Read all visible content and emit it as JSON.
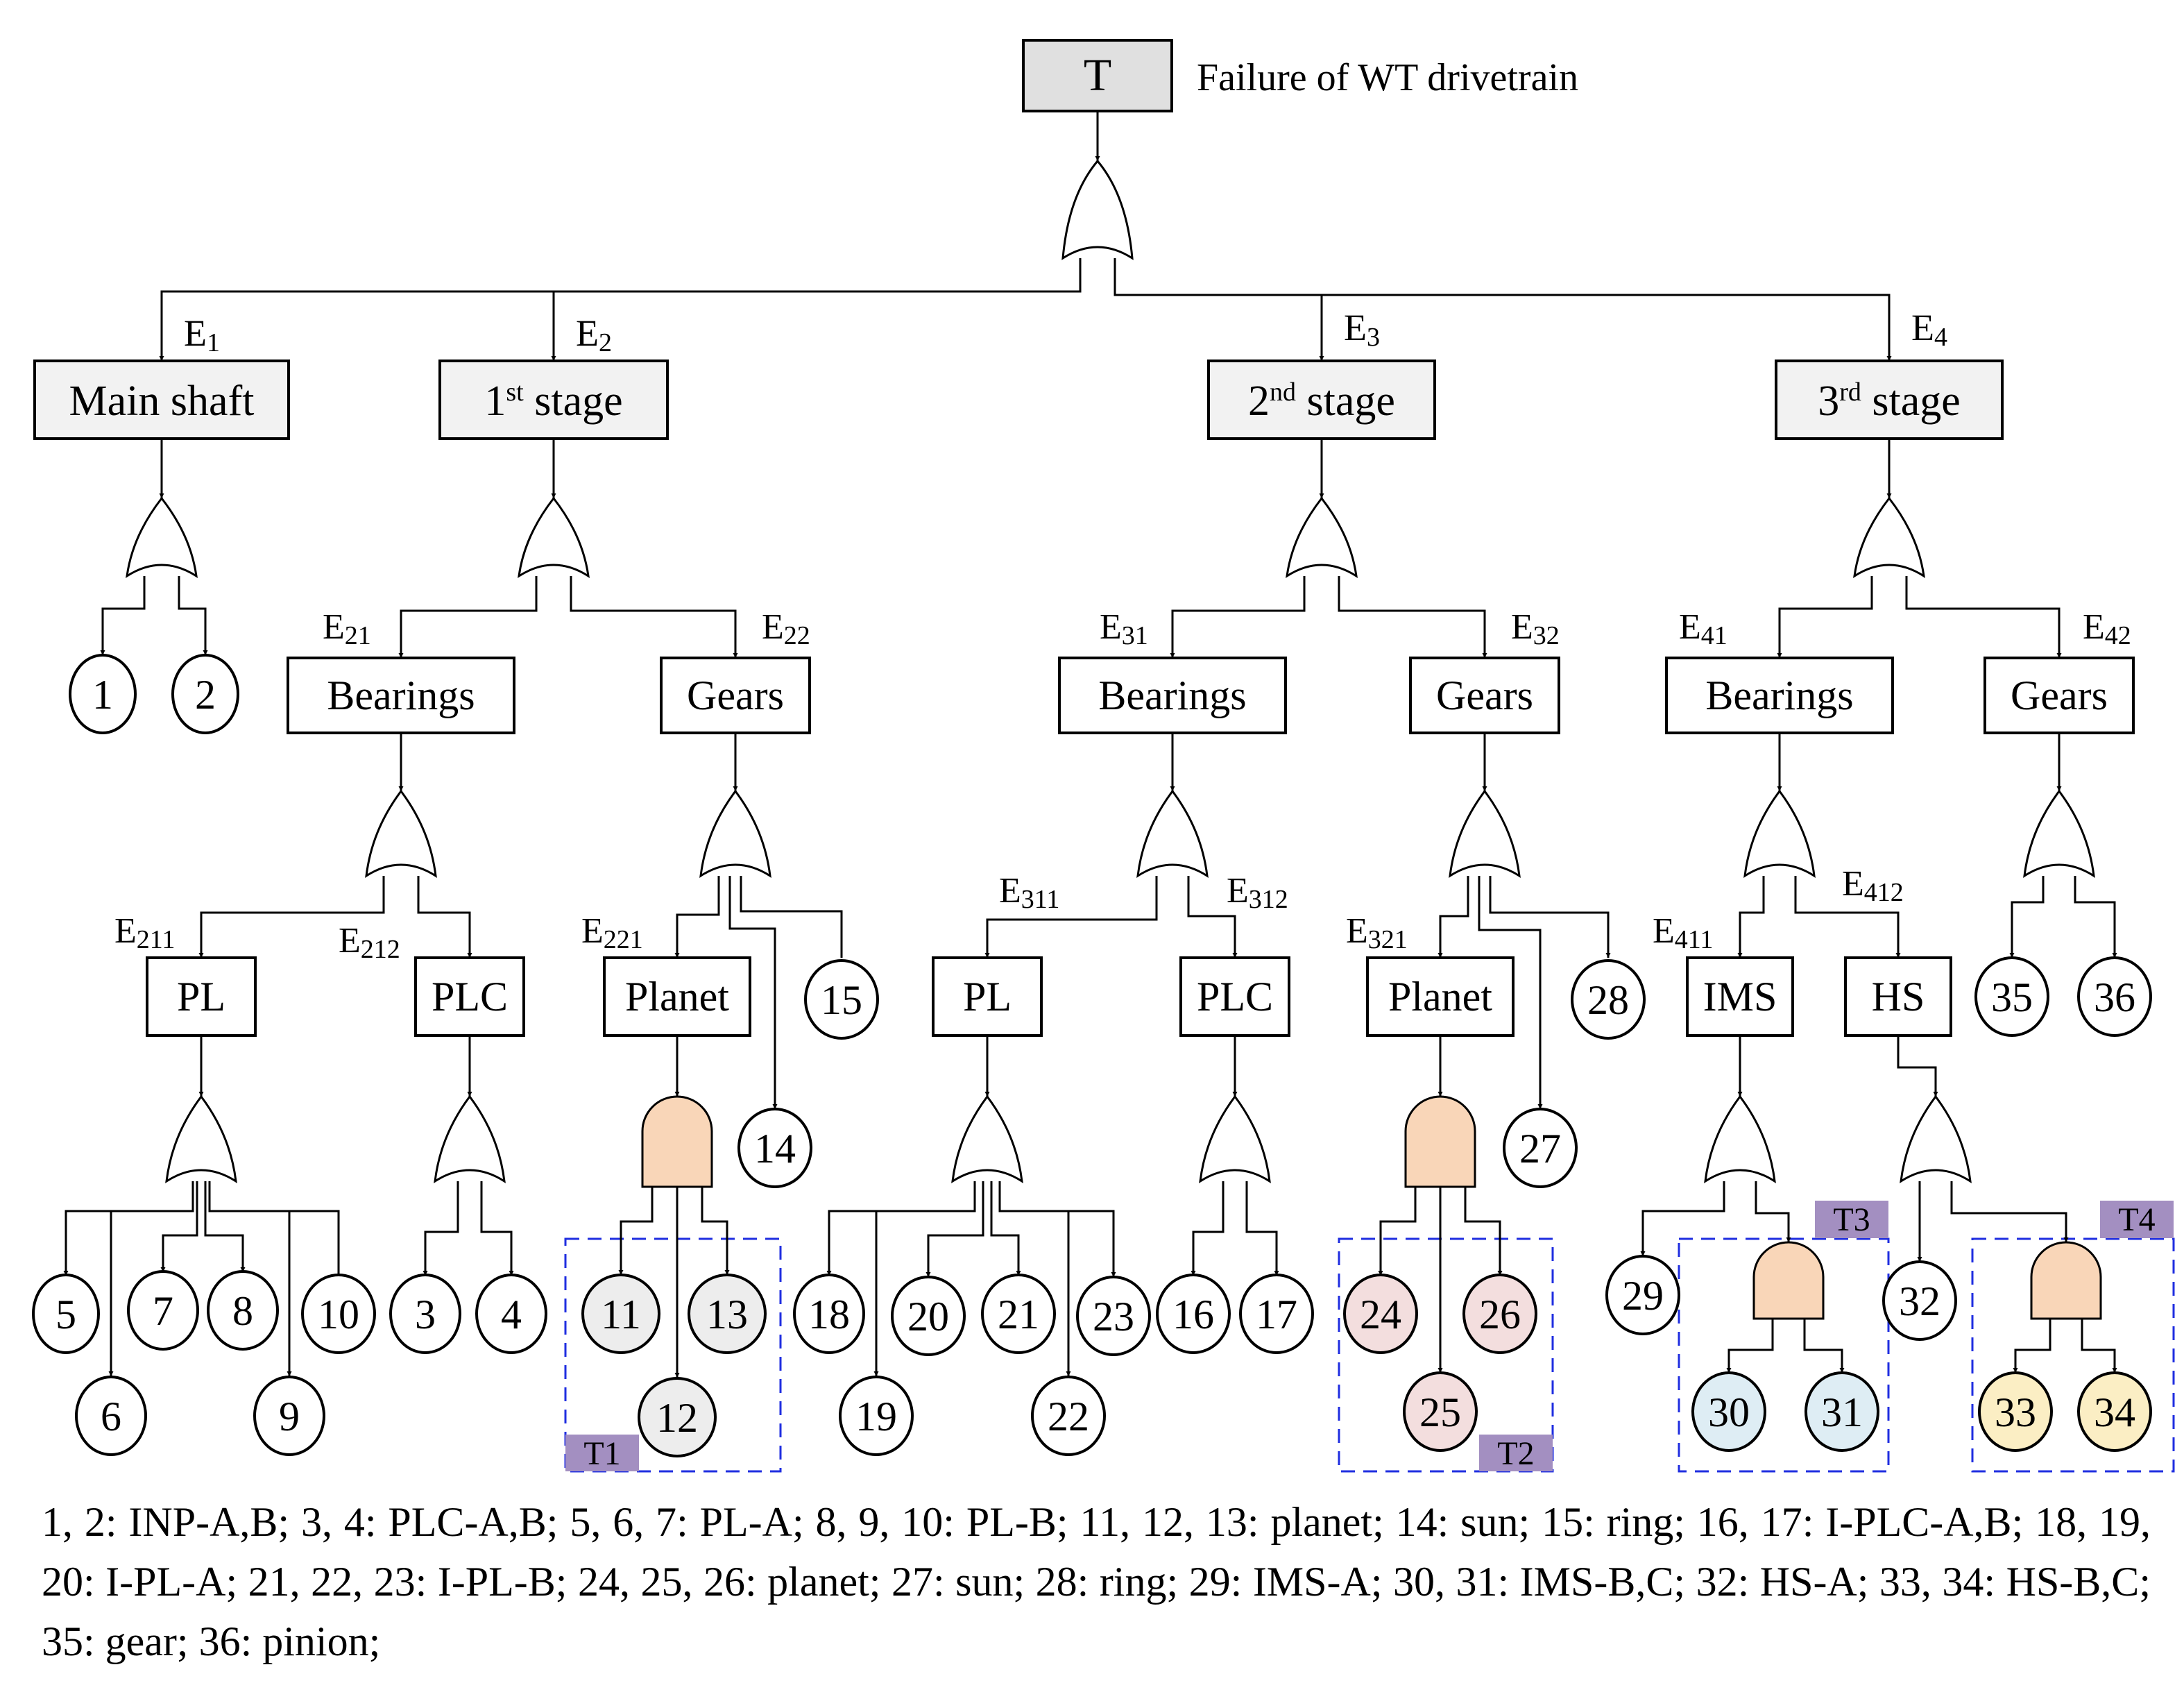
{
  "top_event": {
    "label": "T",
    "description": "Failure of WT drivetrain"
  },
  "stages": [
    {
      "id": "E1",
      "event_base": "E",
      "event_sub": "1",
      "label": "Main shaft",
      "label_sup": "",
      "label_tail": ""
    },
    {
      "id": "E2",
      "event_base": "E",
      "event_sub": "2",
      "label": "1",
      "label_sup": "st",
      "label_tail": " stage"
    },
    {
      "id": "E3",
      "event_base": "E",
      "event_sub": "3",
      "label": "2",
      "label_sup": "nd",
      "label_tail": " stage"
    },
    {
      "id": "E4",
      "event_base": "E",
      "event_sub": "4",
      "label": "3",
      "label_sup": "rd",
      "label_tail": " stage"
    }
  ],
  "subsystems": [
    {
      "id": "E21",
      "event_base": "E",
      "event_sub": "21",
      "label": "Bearings"
    },
    {
      "id": "E22",
      "event_base": "E",
      "event_sub": "22",
      "label": "Gears"
    },
    {
      "id": "E31",
      "event_base": "E",
      "event_sub": "31",
      "label": "Bearings"
    },
    {
      "id": "E32",
      "event_base": "E",
      "event_sub": "32",
      "label": "Gears"
    },
    {
      "id": "E41",
      "event_base": "E",
      "event_sub": "41",
      "label": "Bearings"
    },
    {
      "id": "E42",
      "event_base": "E",
      "event_sub": "42",
      "label": "Gears"
    }
  ],
  "components": [
    {
      "id": "E211",
      "event_base": "E",
      "event_sub": "211",
      "label": "PL"
    },
    {
      "id": "E212",
      "event_base": "E",
      "event_sub": "212",
      "label": "PLC"
    },
    {
      "id": "E221",
      "event_base": "E",
      "event_sub": "221",
      "label": "Planet"
    },
    {
      "id": "E311",
      "event_base": "E",
      "event_sub": "311",
      "label": "PL"
    },
    {
      "id": "E312",
      "event_base": "E",
      "event_sub": "312",
      "label": "PLC"
    },
    {
      "id": "E321",
      "event_base": "E",
      "event_sub": "321",
      "label": "Planet"
    },
    {
      "id": "E411",
      "event_base": "E",
      "event_sub": "411",
      "label": "IMS"
    },
    {
      "id": "E412",
      "event_base": "E",
      "event_sub": "412",
      "label": "HS"
    }
  ],
  "basic_events": [
    "1",
    "2",
    "3",
    "4",
    "5",
    "6",
    "7",
    "8",
    "9",
    "10",
    "11",
    "12",
    "13",
    "14",
    "15",
    "16",
    "17",
    "18",
    "19",
    "20",
    "21",
    "22",
    "23",
    "24",
    "25",
    "26",
    "27",
    "28",
    "29",
    "30",
    "31",
    "32",
    "33",
    "34",
    "35",
    "36"
  ],
  "groups": [
    {
      "label": "T1"
    },
    {
      "label": "T2"
    },
    {
      "label": "T3"
    },
    {
      "label": "T4"
    }
  ],
  "colors": {
    "gray_fill": "#e0e0e0",
    "light_fill": "#f2f2f2",
    "and_gate": "#f9d6b8",
    "pink": "#f3dede",
    "blue": "#deedf4",
    "yellow": "#fbeec4",
    "dashed_box": "#1f2ee0",
    "tag": "#a38fc1"
  },
  "caption": {
    "text": "1, 2: INP-A,B; 3, 4: PLC-A,B; 5, 6, 7: PL-A; 8, 9, 10: PL-B; 11, 12, 13: planet; 14: sun; 15: ring; 16, 17: I-PLC-A,B; 18, 19, 20: I-PL-A; 21, 22, 23: I-PL-B; 24, 25, 26: planet; 27: sun; 28: ring; 29: IMS-A; 30, 31: IMS-B,C; 32: HS-A; 33, 34: HS-B,C; 35: gear; 36: pinion;"
  }
}
